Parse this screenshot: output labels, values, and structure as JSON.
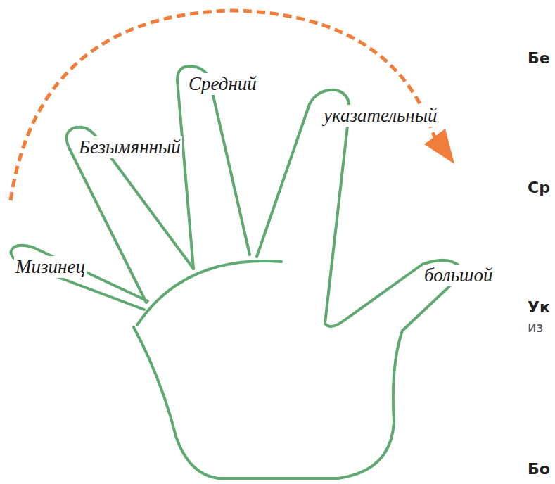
{
  "diagram": {
    "labels": [
      "Средний",
      "Безымянный",
      "указательный",
      "Мизинец",
      "большой",
      "Бе",
      "Ср",
      "Ук",
      "из",
      "Бо"
    ]
  }
}
